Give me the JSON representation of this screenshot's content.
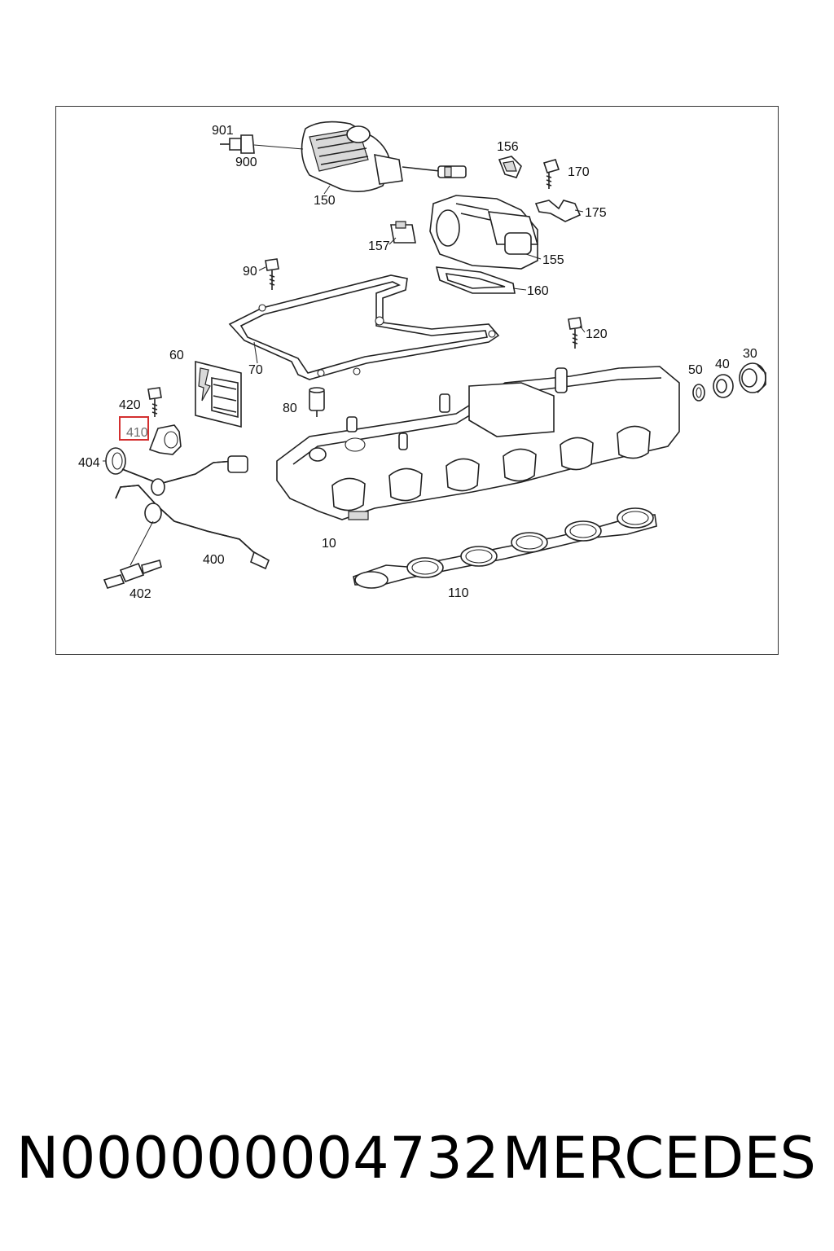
{
  "diagram": {
    "callouts": {
      "c901": "901",
      "c900": "900",
      "c150": "150",
      "c156": "156",
      "c170": "170",
      "c175": "175",
      "c157": "157",
      "c155": "155",
      "c90": "90",
      "c160": "160",
      "c120": "120",
      "c60": "60",
      "c70": "70",
      "c30": "30",
      "c40": "40",
      "c50": "50",
      "c420": "420",
      "c80": "80",
      "c410": "410",
      "c404": "404",
      "c400": "400",
      "c10": "10",
      "c402": "402",
      "c110": "110"
    },
    "highlight": {
      "label": "410",
      "color": "#d32f2f"
    }
  },
  "footer": {
    "part_number": "N000000004732",
    "brand": "MERCEDES"
  }
}
